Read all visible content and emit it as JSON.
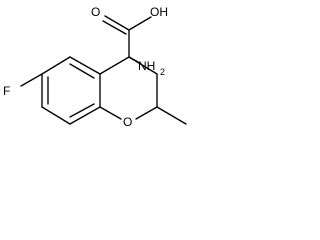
{
  "molecule": {
    "atoms": {
      "oh_label": "OH",
      "carbonyl_oxygen_label": "O",
      "amino_label": "NH",
      "amino_subscript": "2",
      "fluorine_label": "F",
      "ring_oxygen_label": "O"
    }
  }
}
